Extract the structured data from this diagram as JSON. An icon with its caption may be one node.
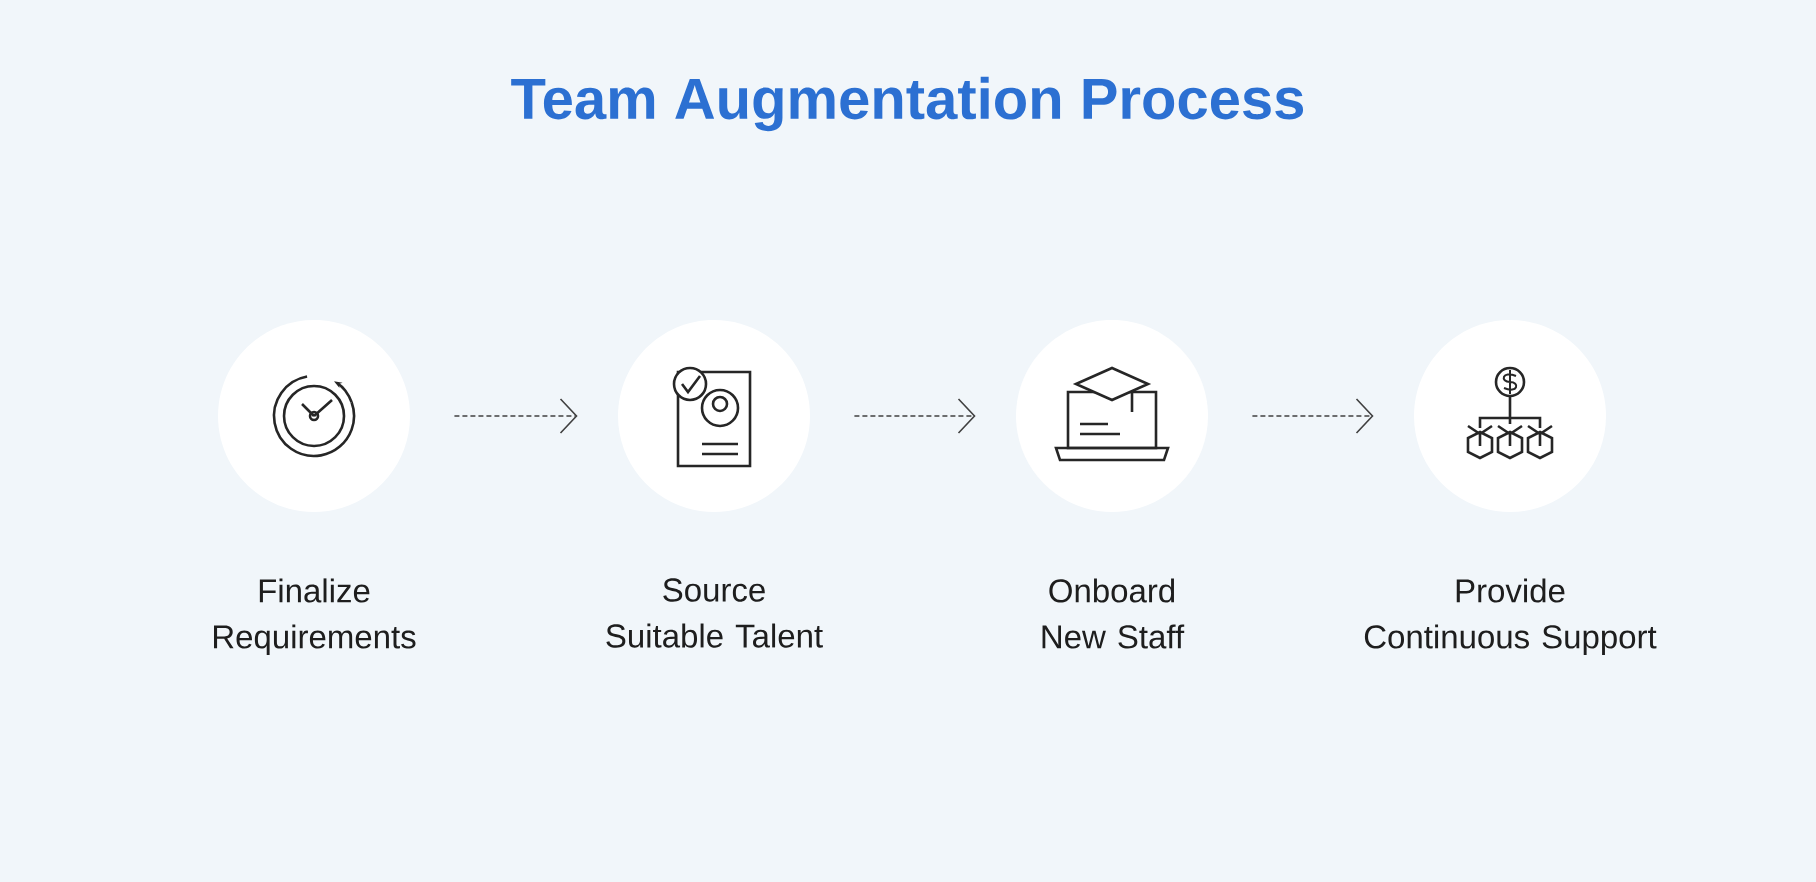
{
  "diagram": {
    "title": "Team Augmentation Process",
    "nodes": [
      {
        "text": [
          "Finalize Requirements"
        ]
      },
      {
        "text": [
          "Source Suitable Talent"
        ]
      },
      {
        "text": [
          "Onboard New Staff"
        ]
      },
      {
        "text": [
          "Provide Continuous Support"
        ]
      }
    ],
    "edges": [
      {
        "from": 0,
        "to": 1,
        "arrow": "to",
        "style": "dashed"
      },
      {
        "from": 1,
        "to": 2,
        "arrow": "to",
        "style": "dashed"
      },
      {
        "from": 2,
        "to": 3,
        "arrow": "to",
        "style": "dashed"
      }
    ]
  }
}
